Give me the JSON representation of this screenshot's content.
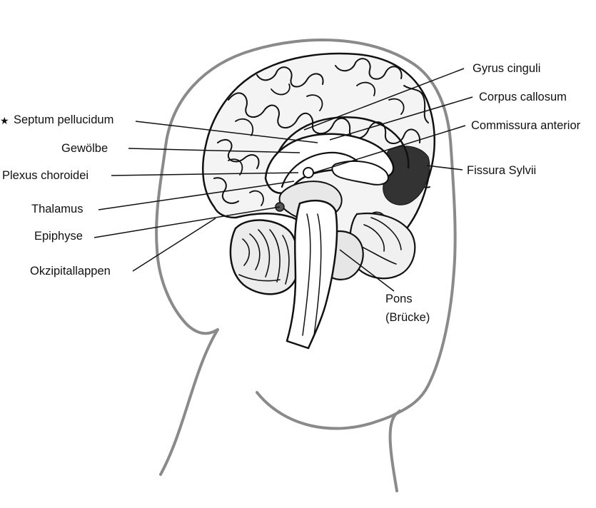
{
  "labels": {
    "gyrus_cinguli": "Gyrus cinguli",
    "corpus_callosum": "Corpus callosum",
    "commissura_anterior": "Commissura anterior",
    "fissura_sylvii": "Fissura Sylvii",
    "septum_pellucidum": "Septum pellucidum",
    "septum_marker": "★",
    "gewoelbe": "Gewölbe",
    "plexus_choroidei": "Plexus choroidei",
    "thalamus": "Thalamus",
    "epiphyse": "Epiphyse",
    "okzipitallappen": "Okzipitallappen",
    "pons_line1": "Pons",
    "pons_line2": "(Brücke)"
  },
  "colors": {
    "head_outline": "#8a8a8a",
    "ink": "#111111"
  }
}
